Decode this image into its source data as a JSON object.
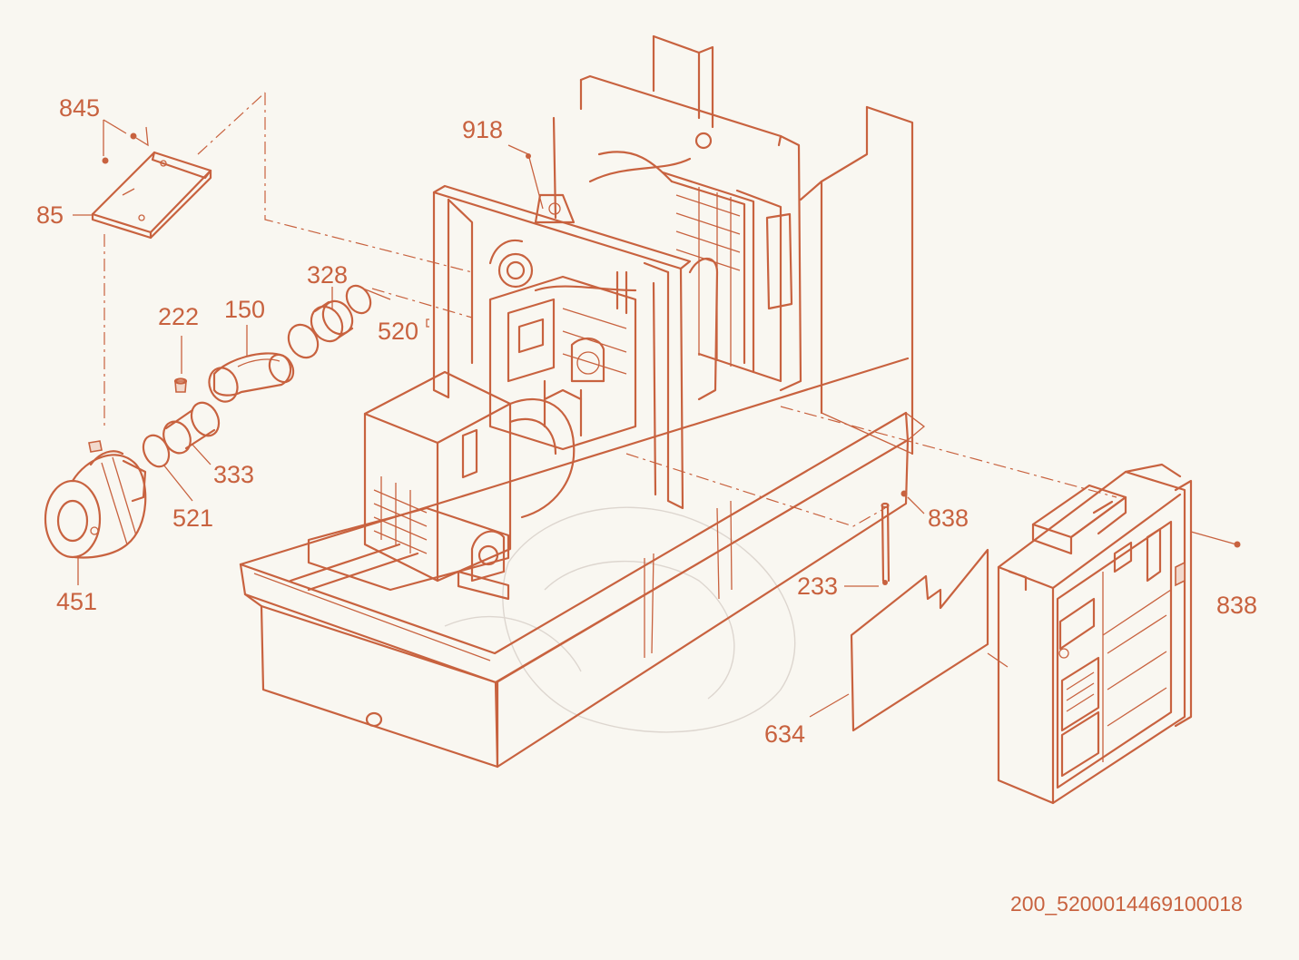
{
  "drawing_code": "200_5200014469100018",
  "parts": {
    "p845": "845",
    "p85": "85",
    "p918": "918",
    "p328": "328",
    "p222": "222",
    "p150": "150",
    "p520": "520",
    "p333": "333",
    "p521": "521",
    "p451": "451",
    "p838a": "838",
    "p233": "233",
    "p634": "634",
    "p838b": "838"
  },
  "colors": {
    "line": "#c8623f",
    "background": "#f9f7f1"
  }
}
